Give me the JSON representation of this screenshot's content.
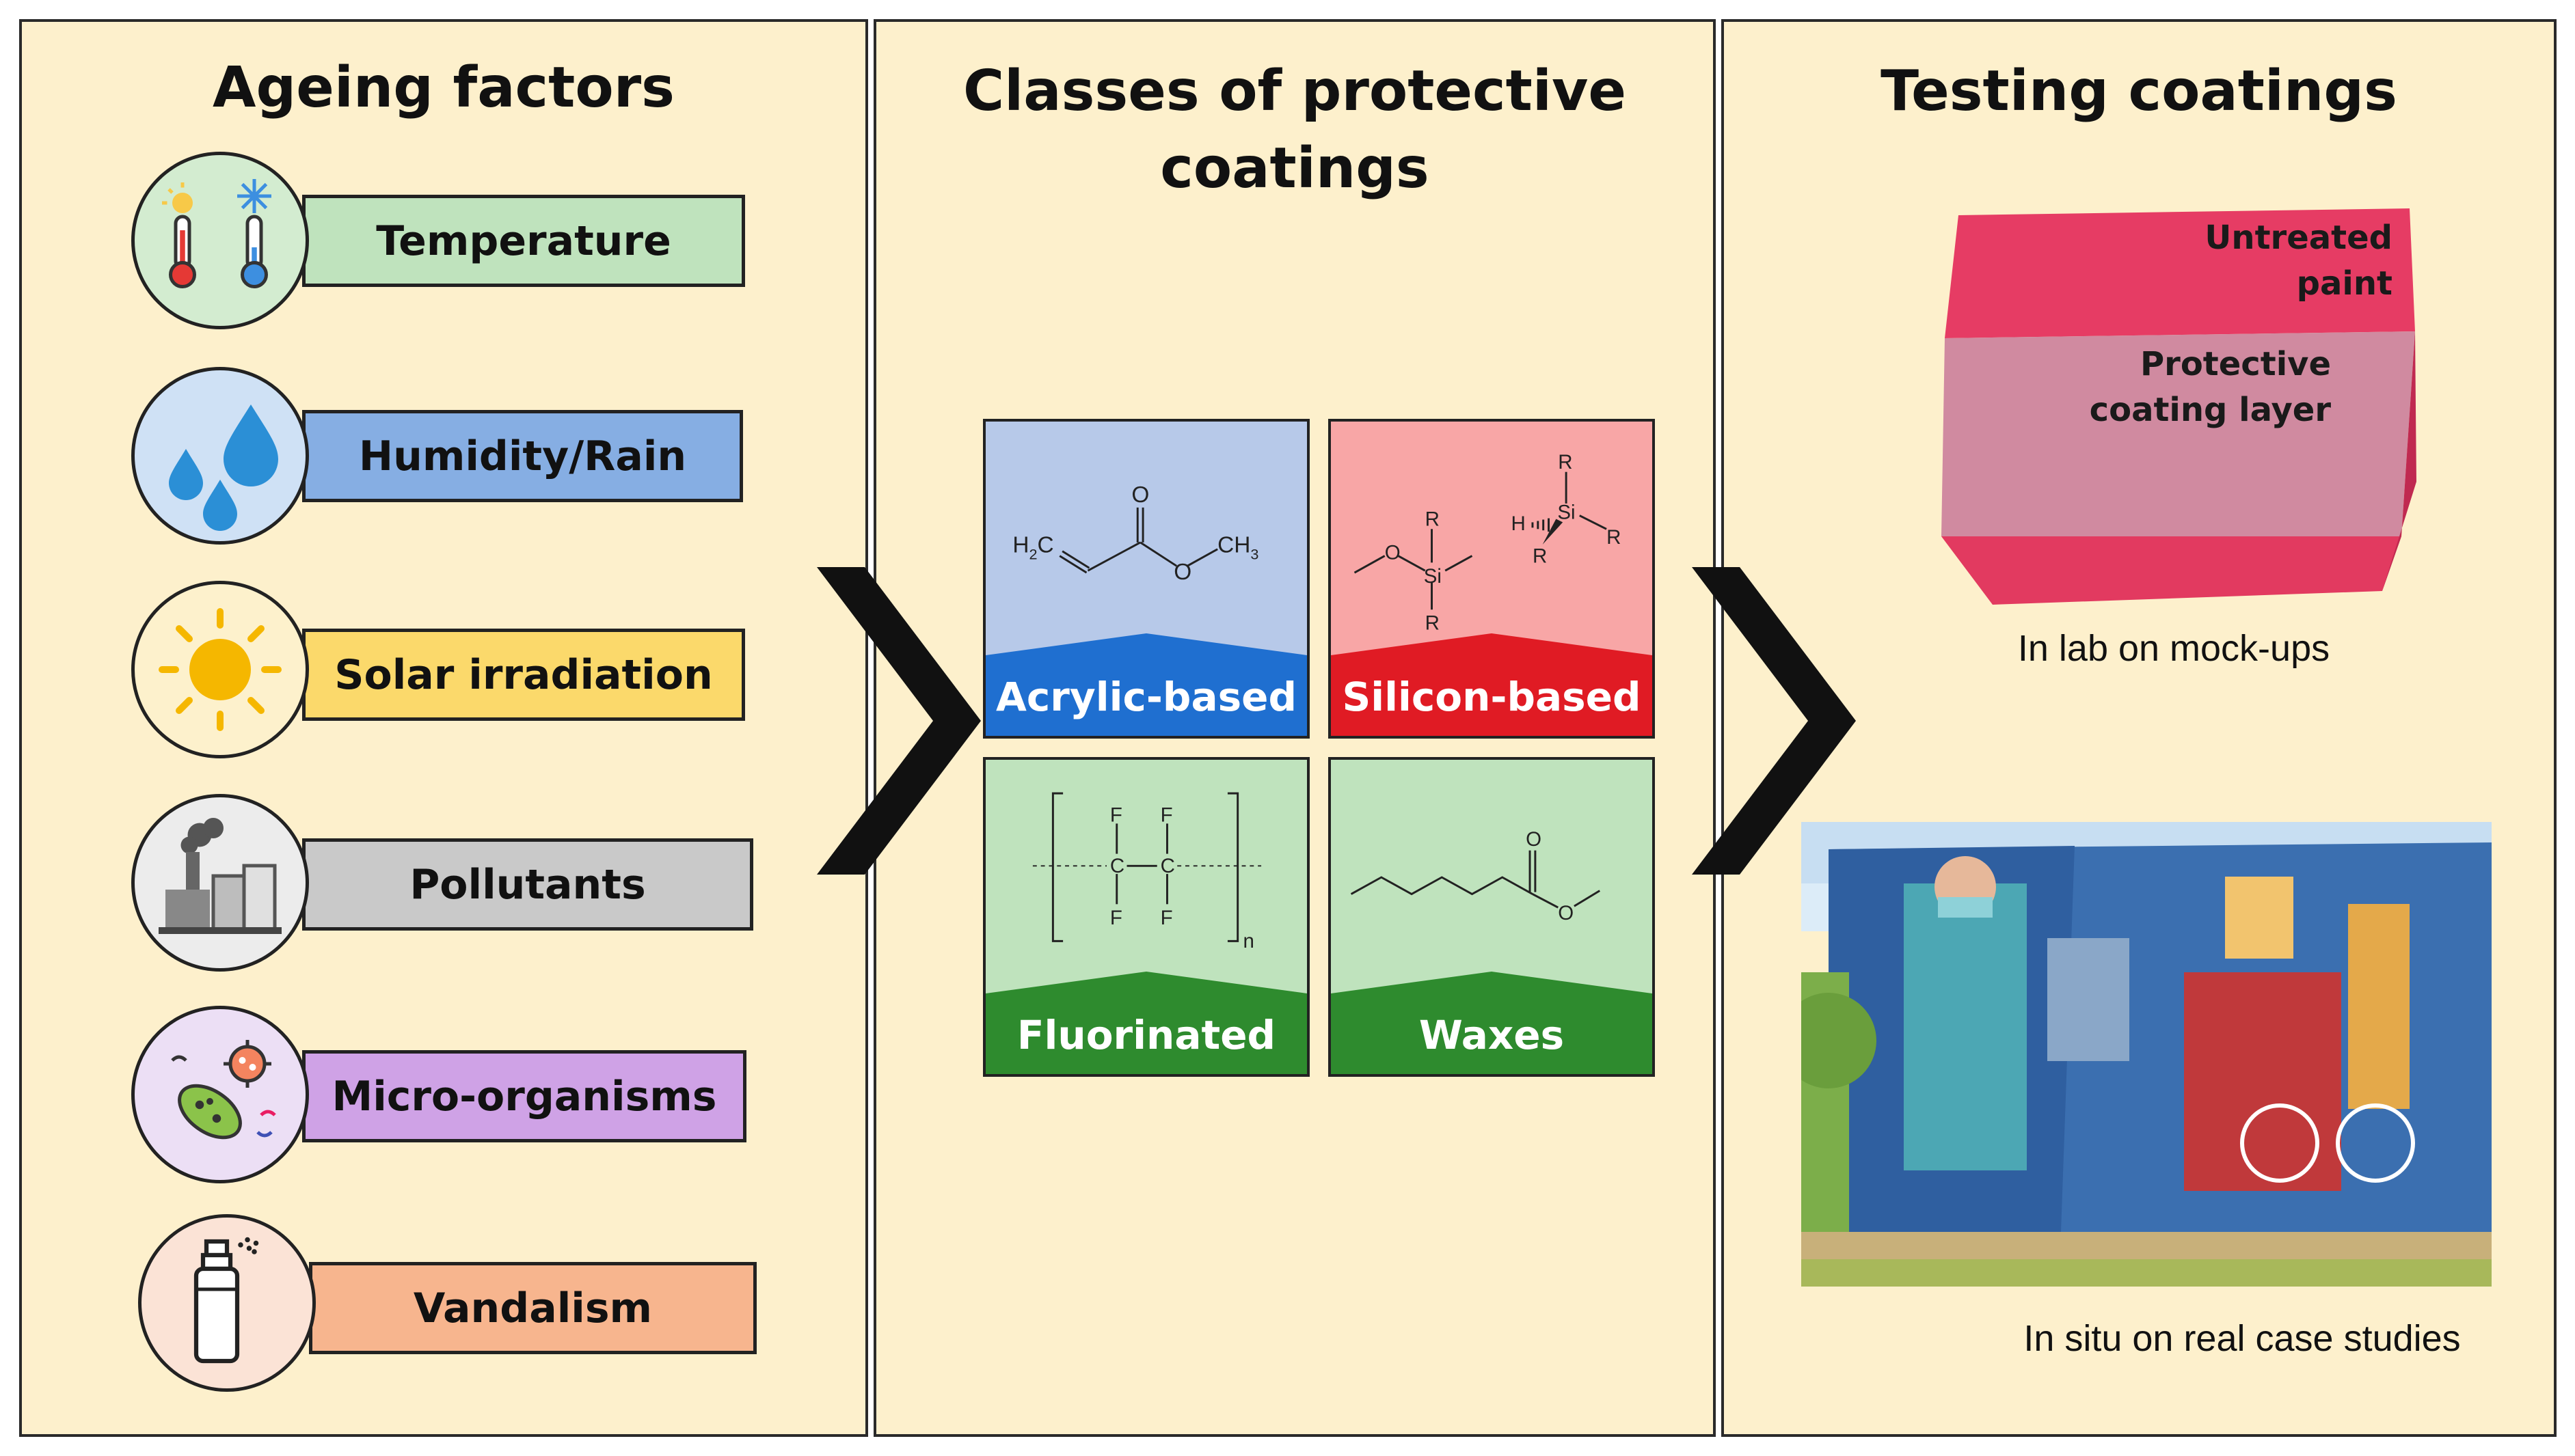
{
  "panels": {
    "left": {
      "title": "Ageing factors"
    },
    "middle": {
      "title_line1": "Classes of protective",
      "title_line2": "coatings"
    },
    "right": {
      "title": "Testing coatings"
    }
  },
  "factors": [
    {
      "label": "Temperature",
      "color": "#bfe3bd",
      "icon": "thermometer-icon"
    },
    {
      "label": "Humidity/Rain",
      "color": "#86aee3",
      "icon": "water-drops-icon"
    },
    {
      "label": "Solar irradiation",
      "color": "#fbd96b",
      "icon": "sun-icon"
    },
    {
      "label": "Pollutants",
      "color": "#c9c9c9",
      "icon": "factory-icon"
    },
    {
      "label": "Micro-organisms",
      "color": "#cfa2e6",
      "icon": "bacteria-icon"
    },
    {
      "label": "Vandalism",
      "color": "#f7b58e",
      "icon": "spray-can-icon"
    }
  ],
  "coatings": [
    {
      "label": "Acrylic-based",
      "bg": "#b7c9e9",
      "band": "#1f6fd0"
    },
    {
      "label": "Silicon-based",
      "bg": "#f8a6a6",
      "band": "#e01b24"
    },
    {
      "label": "Fluorinated",
      "bg": "#bfe3bd",
      "band": "#2e8b2e"
    },
    {
      "label": "Waxes",
      "bg": "#bfe3bd",
      "band": "#2e8b2e"
    }
  ],
  "chem": {
    "acrylic": {
      "h2c": "H",
      "sub2": "2",
      "c": "C",
      "o_top": "O",
      "o_mid": "O",
      "ch": "CH",
      "sub3": "3"
    },
    "silicon": {
      "o": "O",
      "si": "Si",
      "r": "R",
      "h": "H"
    },
    "fluor": {
      "f": "F",
      "c": "C",
      "n": "n"
    },
    "wax": {
      "o": "O"
    }
  },
  "testing": {
    "untreated_line1": "Untreated",
    "untreated_line2": "paint",
    "protective_line1": "Protective",
    "protective_line2": "coating layer",
    "lab_caption": "In lab on mock-ups",
    "insitu_caption": "In situ on real case studies"
  }
}
